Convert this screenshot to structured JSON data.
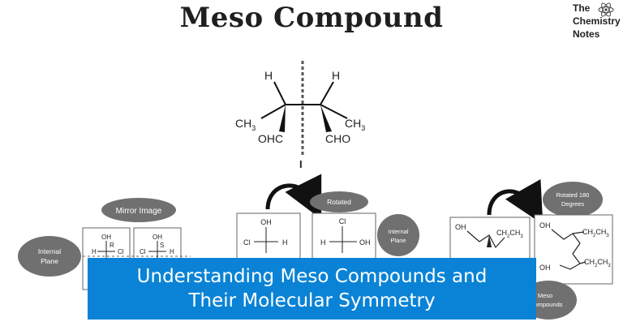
{
  "title": "Meso Compound",
  "logo": {
    "line1": "The",
    "line2": "Chemistry",
    "line3": "Notes"
  },
  "molecule": {
    "h_left": "H",
    "h_right": "H",
    "ch3_left": "CH",
    "ch3_left_sub": "3",
    "ch3_right": "CH",
    "ch3_right_sub": "3",
    "cho_left": "OHC",
    "cho_right": "CHO",
    "roman": "I"
  },
  "labels": {
    "mirror_image": "Mirror Image",
    "internal_plane_left_1": "Internal",
    "internal_plane_left_2": "Plane",
    "rotated": "Rotated",
    "internal_plane_right_1": "Internal",
    "internal_plane_right_2": "Plane",
    "rotated_180_1": "Rotated 180",
    "rotated_180_2": "Degrees",
    "meso_compounds_1": "Meso",
    "meso_compounds_2": "ompounds"
  },
  "fischer_left": {
    "a_top": "OH",
    "a_stereo": "R",
    "a_left": "H",
    "a_right": "Cl",
    "b_top": "OH",
    "b_stereo": "S",
    "b_left": "Cl",
    "b_right": "H"
  },
  "fischer_mid": {
    "a_top": "OH",
    "a_left": "Cl",
    "a_right": "H",
    "b_top": "Cl",
    "b_left": "H",
    "b_right": "OH"
  },
  "skeletal": {
    "a_oh": "OH",
    "a_ch2": "CH",
    "a_ch2_sub": "2",
    "a_ch3": "CH",
    "a_ch3_sub": "3",
    "b_oh_top": "OH",
    "b_oh_bottom": "OH",
    "b_top_ch2": "CH",
    "b_top_ch2_sub": "2",
    "b_top_ch3": "CH",
    "b_top_ch3_sub": "3",
    "b_bot_ch2": "CH",
    "b_bot_ch2_sub": "2",
    "b_bot_ch3": "CH",
    "b_bot_ch3_sub": "3"
  },
  "banner": {
    "line1": "Understanding Meso Compounds and",
    "line2": "Their Molecular Symmetry"
  },
  "colors": {
    "banner": "#0a83d6",
    "bubble": "#707070",
    "text_dark": "#1f1f1f"
  }
}
